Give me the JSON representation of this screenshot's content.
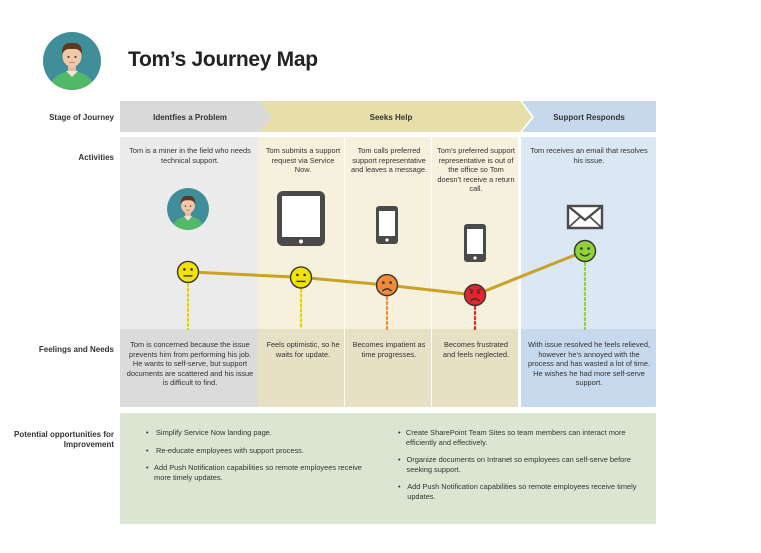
{
  "title": "Tom’s Journey Map",
  "row_labels": {
    "stage": "Stage of Journey",
    "activities": "Activities",
    "feelings": "Feelings and Needs",
    "opportunities": "Potential opportunities for Improvement"
  },
  "stages": [
    {
      "label": "Identfies a Problem",
      "color": "#d9d9d9"
    },
    {
      "label": "Seeks Help",
      "color": "#e7dfa9"
    },
    {
      "label": "Support Responds",
      "color": "#c6d9ec"
    }
  ],
  "columns": [
    {
      "activity": "Tom is a miner in the field who needs technical support.",
      "visual": "avatar-icon",
      "feeling": "Tom is concerned because the issue prevents him from performing his job. He wants to self-serve, but support documents are scattered and his issue is difficult to find.",
      "mood": "neutral",
      "level": 0.62
    },
    {
      "activity": "Tom submits a support request via Service Now.",
      "visual": "tablet-icon",
      "feeling": "Feels optimistic, so he waits for update.",
      "mood": "neutral",
      "level": 0.52
    },
    {
      "activity": "Tom calls preferred support representative and leaves a message.",
      "visual": "phone-icon",
      "feeling": "Becomes impatient as time progresses.",
      "mood": "sad",
      "level": 0.38
    },
    {
      "activity": "Tom’s preferred support representative is out of the office so Tom doesn’t receive a return call.",
      "visual": "phone-icon",
      "feeling": "Becomes frustrated and feels neglected.",
      "mood": "angry",
      "level": 0.2
    },
    {
      "activity": "Tom receives an email that resolves his issue.",
      "visual": "envelope-icon",
      "feeling": "With issue resolved he feels relieved, however he’s annoyed with the process and has wasted a lot of time. He wishes he had more self-serve support.",
      "mood": "happy",
      "level": 1.0
    }
  ],
  "opportunities": {
    "left": [
      "Simplify Service Now landing page.",
      "Re-educate employees with support process.",
      "Add Push Notification capabilities so remote employees receive more timely updates."
    ],
    "right": [
      "Create SharePoint Team Sites so team members can interact more efficiently and effectively.",
      "Organize documents on Intranet so employees can self-serve before seeking support.",
      "Add Push Notification capabilities so remote employees receive timely updates."
    ]
  },
  "colors": {
    "accent_line": "#c9a227",
    "emoji_yellow": "#f2e200",
    "emoji_orange": "#f08a3c",
    "emoji_red": "#e8242b",
    "emoji_green": "#8fd23a",
    "avatar_bg": "#3f8e9a",
    "opportunity_bg": "#dae6d1"
  }
}
